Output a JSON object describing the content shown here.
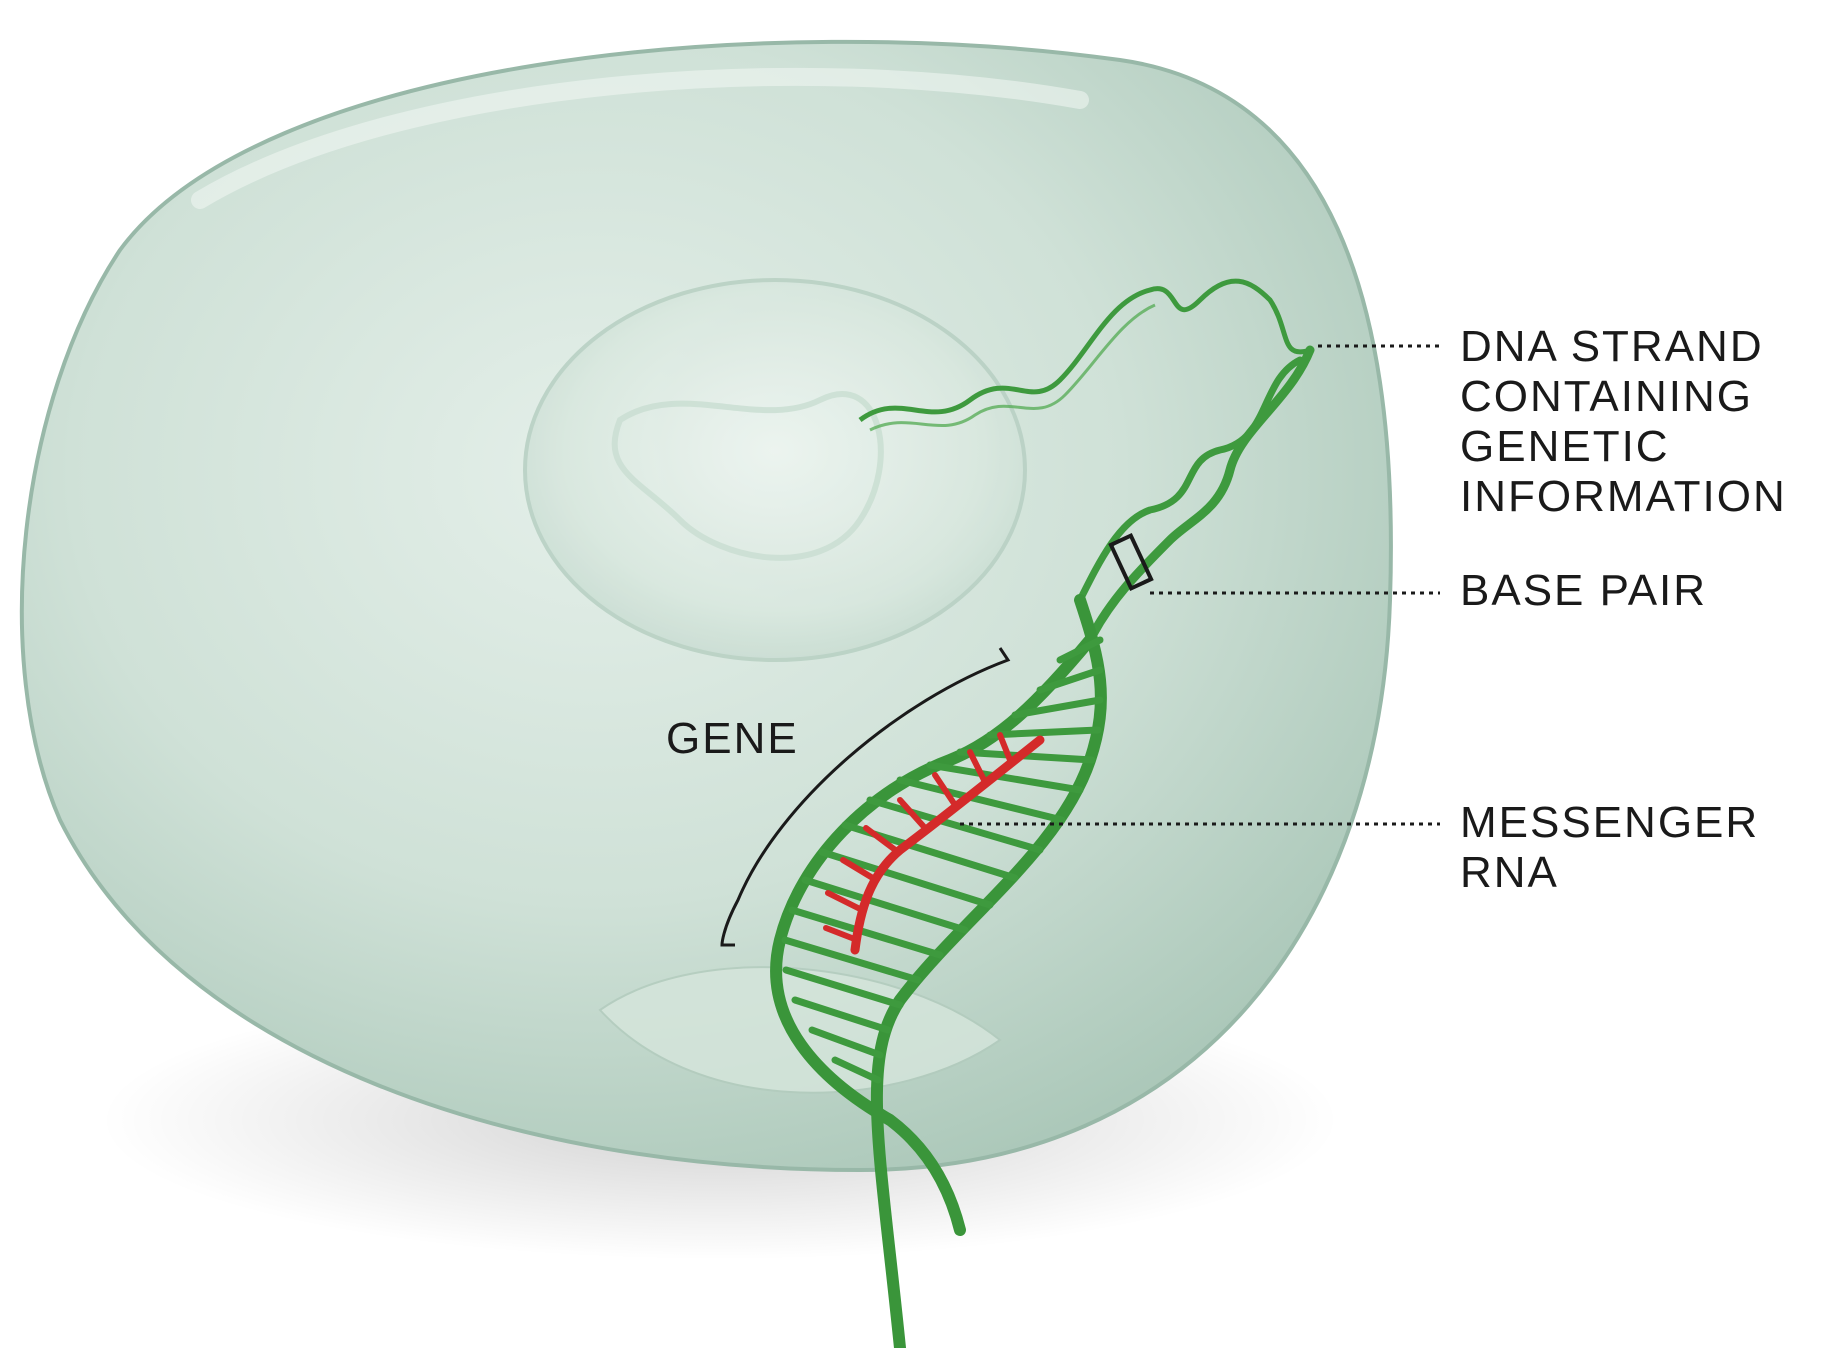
{
  "labels": {
    "dna_strand": [
      "DNA STRAND",
      "CONTAINING",
      "GENETIC",
      "INFORMATION"
    ],
    "base_pair": "BASE PAIR",
    "gene": "GENE",
    "messenger_rna": [
      "MESSENGER",
      "RNA"
    ]
  },
  "colors": {
    "cell": "#c9ddd3",
    "cell_edge": "#9fbcae",
    "dna": "#3e9a3e",
    "mrna": "#d42a2a",
    "text": "#1a1a1a"
  }
}
